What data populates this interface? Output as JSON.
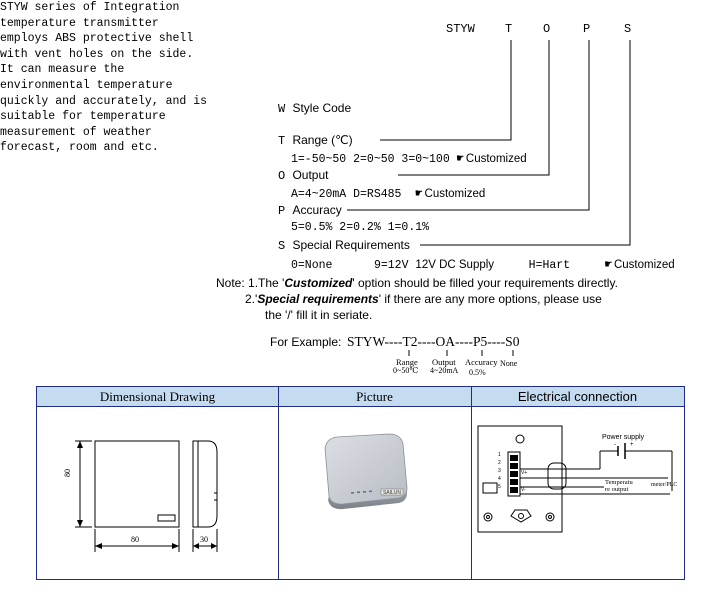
{
  "intro": {
    "lines": [
      "STYW series of Integration",
      "temperature transmitter",
      "employs ABS protective shell",
      "with vent holes on the side.",
      "It can measure the",
      "environmental temperature",
      "quickly and accurately, and is",
      "suitable for temperature",
      "measurement of weather",
      "forecast, room and etc."
    ]
  },
  "model_code": {
    "letters": [
      "STYW",
      "T",
      "O",
      "P",
      "S"
    ],
    "fields": {
      "style": {
        "key": "W",
        "label": "Style Code"
      },
      "range": {
        "key": "T",
        "label": "Range (℃)",
        "options": "1=-50~50  2=0~50  3=0~100",
        "custom": "Customized"
      },
      "output": {
        "key": "O",
        "label": "Output",
        "options": "A=4~20mA  D=RS485",
        "custom": "Customized"
      },
      "accuracy": {
        "key": "P",
        "label": "Accuracy",
        "options": "5=0.5%  2=0.2%  1=0.1%"
      },
      "special": {
        "key": "S",
        "label": "Special Requirements",
        "options": "0=None",
        "options2": "9=12V",
        "supply": "12V DC Supply",
        "hart": "H=Hart",
        "custom": "Customized"
      }
    }
  },
  "notes": {
    "prefix": "Note:",
    "n1_num": "1.",
    "n1_a": "The '",
    "n1_em": "Customized",
    "n1_b": "' option should be filled your requirements directly.",
    "n2_num": "2.'",
    "n2_em": "Special requirements",
    "n2_b": "' if there are any more options, please use",
    "n2_c": "the '/' fill it in seriate."
  },
  "example": {
    "label": "For Example:",
    "code": "STYW----T2----OA----P5----S0",
    "sub_range": "Range",
    "sub_range_val": "0~50℃",
    "sub_output": "Output",
    "sub_output_val": "4~20mA",
    "sub_accuracy": "Accuracy",
    "sub_accuracy_val": "0.5%",
    "sub_none": "None"
  },
  "table": {
    "headers": [
      "Dimensional Drawing",
      "Picture",
      "Electrical connection"
    ],
    "dims": {
      "height": "80",
      "width": "80",
      "depth": "30"
    },
    "device_label": "SAILUN",
    "wiring": {
      "power_supply": "Power supply",
      "polarity_minus": "-",
      "polarity_plus": "+",
      "temp_output_1": "Temperatu",
      "temp_output_2": "re output",
      "meter": "meter/PLC",
      "terminals": "1 2 3 4 5",
      "term_v_plus": "V+",
      "term_v_minus": "V-"
    }
  }
}
